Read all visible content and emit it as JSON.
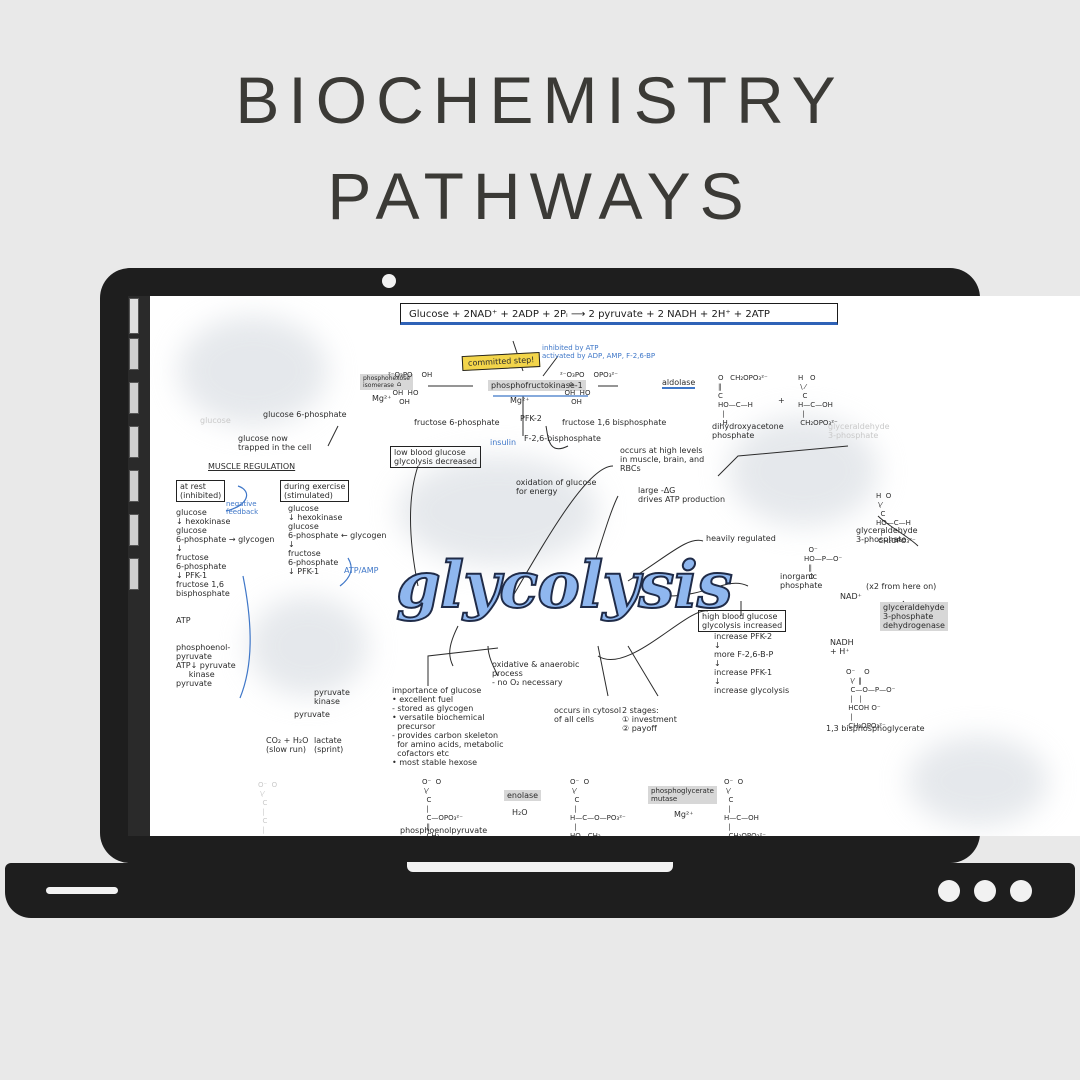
{
  "page": {
    "title_line1": "BIOCHEMISTRY",
    "title_line2": "PATHWAYS"
  },
  "notes": {
    "equation": "Glucose + 2NAD⁺ + 2ADP + 2Pᵢ ⟶ 2 pyruvate + 2 NADH + 2H⁺ + 2ATP",
    "central_word": "glycolysis",
    "committed_step": "committed step!",
    "inhibited": "inhibited by ATP\nactivated by ADP, AMP, F-2,6-BP",
    "pfk1": "phosphofructokinase-1",
    "mg": "Mg²⁺",
    "pfk2": "PFK-2",
    "insulin": "insulin",
    "f26bp": "F-2,6-bisphosphate",
    "fructose6p": "fructose 6-phosphate",
    "fructose16bp": "fructose 1,6 bisphosphate",
    "aldolase": "aldolase",
    "dhap": "dihydroxyacetone\nphosphate",
    "g3p_faded": "glyceraldehyde\n3-phosphate",
    "glucose_faded": "glucose",
    "g6p": "glucose 6-phosphate",
    "hexokinase_iso": "phosphohexose\nisomerase",
    "trapped": "glucose now\ntrapped in the cell",
    "low_glucose": "low blood glucose\nglycolysis decreased",
    "muscle_title": "MUSCLE REGULATION",
    "at_rest": "at rest\n(inhibited)",
    "exercise": "during exercise\n(stimulated)",
    "neg_feedback": "negative\nfeedback",
    "left_chain": "glucose\n↓ hexokinase\nglucose\n6-phosphate → glycogen\n↓\nfructose\n6-phosphate\n↓ PFK-1\nfructose 1,6\nbisphosphate\n\n\nATP\n\n\nphosphoenol-\npyruvate\nATP↓ pyruvate\n     kinase\npyruvate",
    "mid_chain": "glucose\n↓ hexokinase\nglucose\n6-phosphate ← glycogen\n↓\nfructose\n6-phosphate\n↓ PFK-1",
    "atp_amp": "ATP/AMP",
    "pyruvate_kinase2": "pyruvate\nkinase",
    "pyruvate2": "pyruvate",
    "co2": "CO₂ + H₂O\n(slow run)",
    "lactate": "lactate\n(sprint)",
    "occurs": "occurs at high levels\nin muscle, brain, and\nRBCs",
    "large_g": "large -ΔG\ndrives ATP production",
    "oxidation": "oxidation of glucose\nfor energy",
    "heavily": "heavily regulated",
    "high_glucose": "high blood glucose\nglycolysis increased",
    "high_chain": "increase PFK-2\n↓\nmore F-2,6-B-P\n↓\nincrease PFK-1\n↓\nincrease glycolysis",
    "aerobic": "oxidative & anaerobic\nprocess\n- no O₂ necessary",
    "cytosol": "occurs in cytosol\nof all cells",
    "stages": "2 stages:\n① investment\n② payoff",
    "importance": "importance of glucose\n• excellent fuel\n- stored as glycogen\n• versatile biochemical\n  precursor\n- provides carbon skeleton\n  for amino acids, metabolic\n  cofactors etc\n• most stable hexose",
    "g3p": "glyceraldehyde\n3-phosphate",
    "inorganic": "inorganic\nphosphate",
    "x2": "(x2 from here on)",
    "nad": "NAD⁺",
    "nadh": "NADH\n+ H⁺",
    "g3pdh": "glyceraldehyde\n3-phosphate\ndehydrogenase",
    "bpg": "1,3 bisphosphoglycerate",
    "enolase": "enolase",
    "h2o": "H₂O",
    "pep": "phosphoenolpyruvate",
    "pgm": "phosphoglycerate\nmutase"
  }
}
